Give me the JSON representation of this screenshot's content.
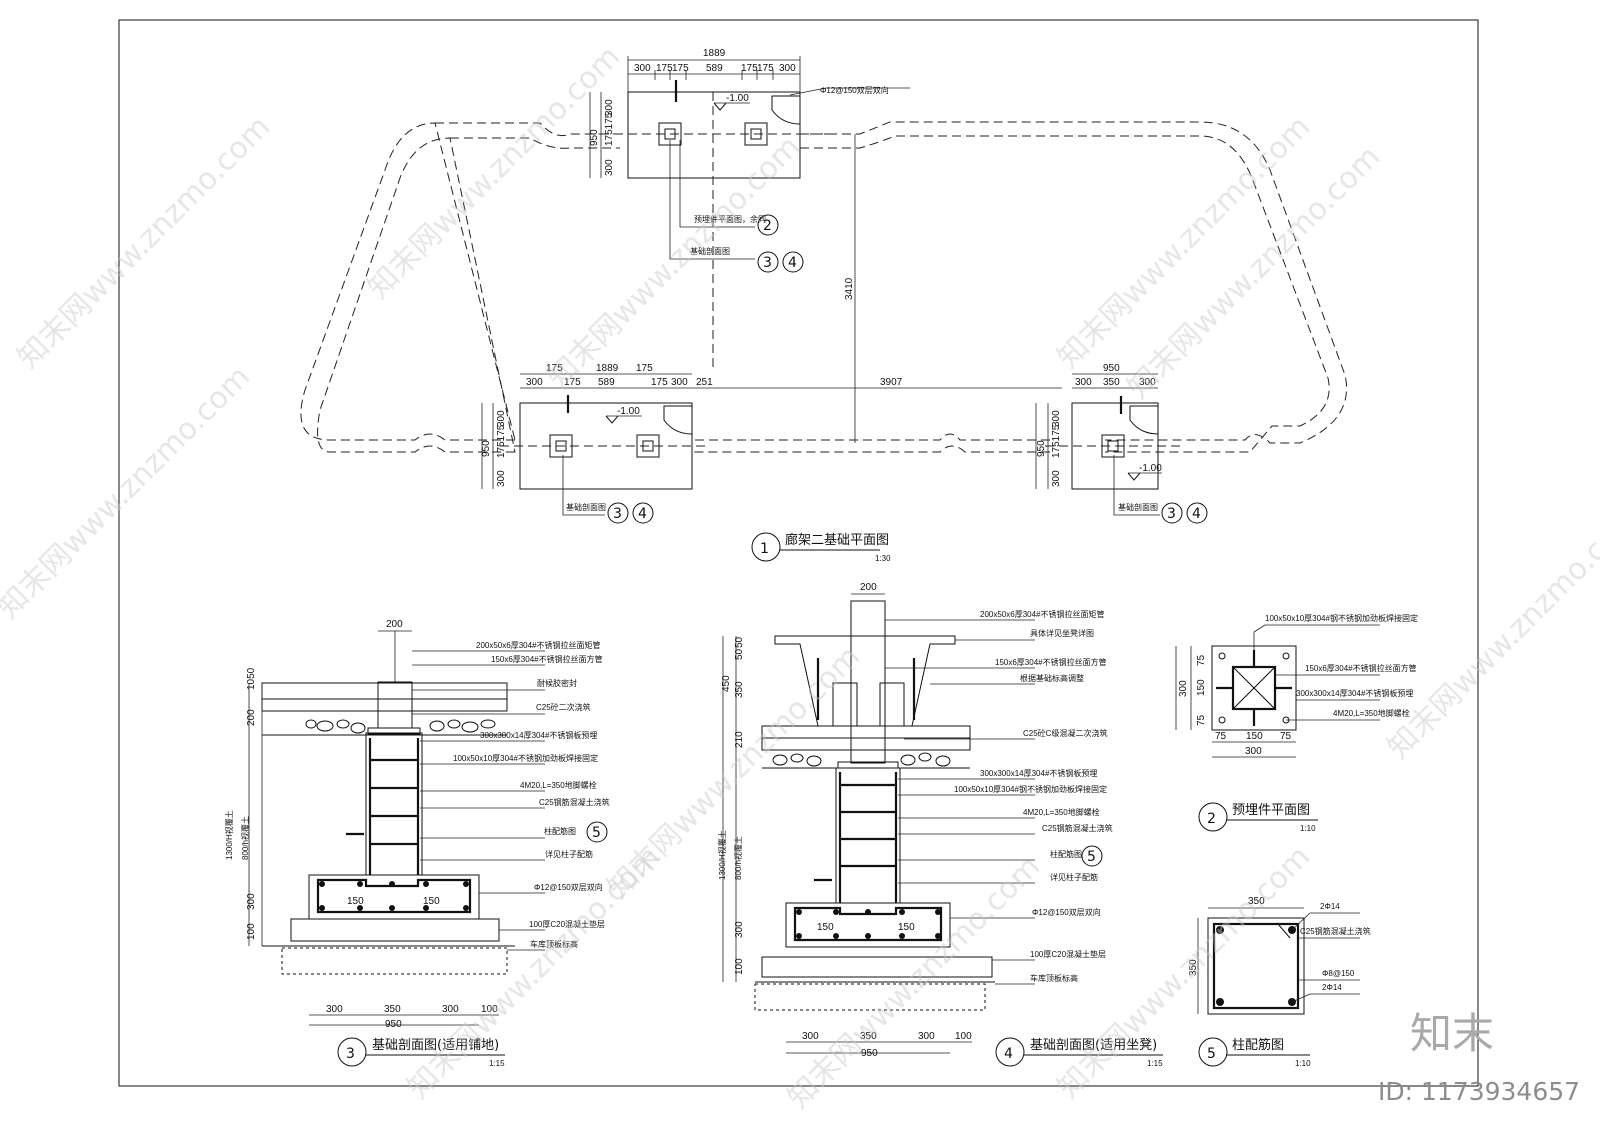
{
  "plan": {
    "title": "廊架二基础平面图",
    "num": "1",
    "scale": "1:30",
    "top_total": "1889",
    "top_dims": [
      "300",
      "175",
      "175",
      "589",
      "175",
      "175",
      "300"
    ],
    "top_left_dims": [
      "300",
      "175175",
      "300"
    ],
    "top_left_total": "950",
    "level": "-1.00",
    "rebar_note": "Φ12@150双层双向",
    "note_embed": "预埋件平面图，余同",
    "note_section": "基础剖面图",
    "ref2": "2",
    "ref3": "3",
    "ref4": "4",
    "mid_height": "3410",
    "bl_total": "1889",
    "bl_top": [
      "175",
      "175"
    ],
    "bl_dims": [
      "300",
      "175",
      "589",
      "175",
      "300"
    ],
    "gap": "251",
    "span": "3907",
    "br_total": "950",
    "br_dims": [
      "300",
      "350",
      "300"
    ]
  },
  "sec3": {
    "title": "基础剖面图(适用铺地)",
    "num": "3",
    "scale": "1:15",
    "top_dim": "200",
    "left_dims": [
      "1050",
      "200"
    ],
    "left_h1": "1300/H视覆土",
    "left_h2": "800/h视覆土",
    "left_low": [
      "300",
      "100"
    ],
    "bottom_dims": [
      "300",
      "350",
      "300",
      "100"
    ],
    "bottom_total": "950",
    "labels": [
      "200x50x6厚304#不锈钢拉丝面矩管",
      "150x6厚304#不锈钢拉丝面方管",
      "耐候胶密封",
      "C25砼二次浇筑",
      "300x300x14厚304#不锈钢板预埋",
      "100x50x10厚304#不锈钢加劲板焊接固定",
      "4M20,L=350地脚螺栓",
      "C25钢筋混凝土浇筑",
      "柱配筋图",
      "详见柱子配筋",
      "Φ12@150双层双向",
      "100厚C20混凝土垫层",
      "车库顶板标高"
    ],
    "ref5": "5",
    "foot_150": "150"
  },
  "sec4": {
    "title": "基础剖面图(适用坐凳)",
    "num": "4",
    "scale": "1:15",
    "top_dim": "200",
    "left_dims": [
      "50",
      "50",
      "450",
      "350",
      "210"
    ],
    "left_h1": "1300/H视覆土",
    "left_h2": "800/h视覆土",
    "left_low": [
      "300",
      "100"
    ],
    "bottom_dims": [
      "300",
      "350",
      "300",
      "100"
    ],
    "bottom_total": "950",
    "labels": [
      "200x50x6厚304#不锈钢拉丝面矩管",
      "具体详见坐凳详图",
      "150x6厚304#不锈钢拉丝面方管",
      "根据基础标高调整",
      "C25砼C级混凝二次浇筑",
      "300x300x14厚304#不锈钢板预埋",
      "100x50x10厚304#钢不锈钢加劲板焊接固定",
      "4M20,L=350地脚螺栓",
      "C25钢筋混凝土浇筑",
      "柱配筋图",
      "详见柱子配筋",
      "Φ12@150双层双向",
      "100厚C20混凝土垫层",
      "车库顶板标高"
    ],
    "ref5": "5",
    "foot_150": "150"
  },
  "sec2": {
    "title": "预埋件平面图",
    "num": "2",
    "scale": "1:10",
    "left_dims": [
      "75",
      "150",
      "75"
    ],
    "left_total": "300",
    "bottom_dims": [
      "75",
      "150",
      "75"
    ],
    "bottom_total": "300",
    "labels": [
      "100x50x10厚304#钢不锈钢加劲板焊接固定",
      "150x6厚304#不锈钢拉丝面方管",
      "300x300x14厚304#不锈钢板预埋",
      "4M20,L=350地脚螺栓"
    ]
  },
  "sec5": {
    "title": "柱配筋图",
    "num": "5",
    "scale": "1:10",
    "top_dim": "350",
    "left_dim": "350",
    "labels": [
      "2Φ14",
      "C25钢筋混凝土浇筑",
      "Φ8@150",
      "2Φ14"
    ]
  },
  "watermark": {
    "site": "知末网www.znzmo.com",
    "brand": "知末",
    "id": "ID: 1173934657"
  }
}
